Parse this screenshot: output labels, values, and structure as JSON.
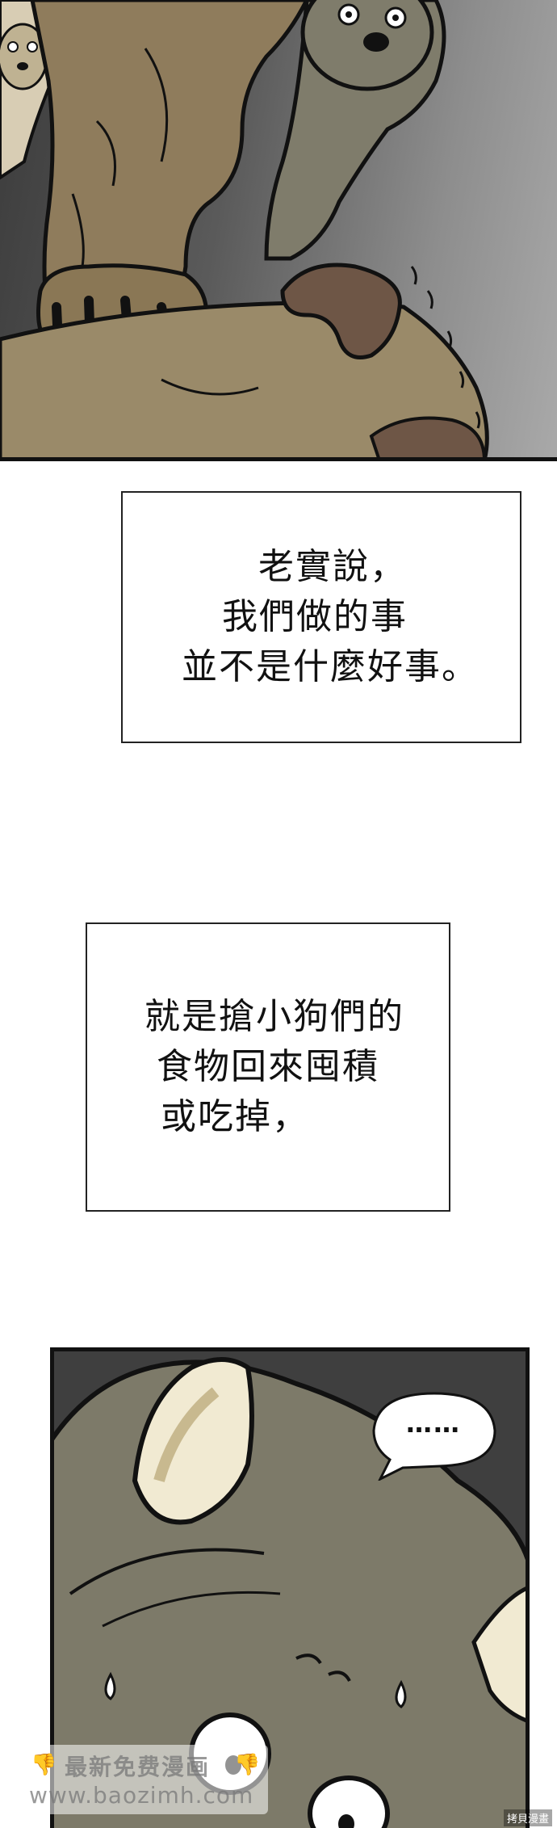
{
  "captions": [
    {
      "lines": [
        "老實說，",
        "我們做的事",
        "並不是什麼好事。"
      ]
    },
    {
      "lines": [
        "就是搶小狗們的",
        "食物回來囤積",
        "或吃掉，"
      ]
    }
  ],
  "speech_bubble": {
    "text": "……"
  },
  "watermark": {
    "line1": "最新免费漫画",
    "line2": "www.baozimh.com",
    "icon": "thumb-down-icon"
  },
  "corner_mark": "拷貝漫畫",
  "colors": {
    "dog_fur": "#8a7a5e",
    "dog_grey": "#7d7a6a",
    "ear_brown": "#6e5646",
    "ink": "#111111"
  }
}
